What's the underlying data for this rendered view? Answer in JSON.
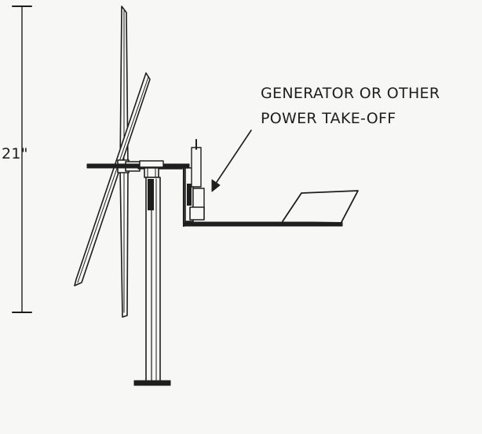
{
  "dimension": {
    "height_label": "21\""
  },
  "callout": {
    "line1": "GENERATOR OR OTHER",
    "line2": "POWER TAKE-OFF"
  },
  "colors": {
    "ink": "#1e1e1e",
    "paper": "#f7f7f6"
  }
}
